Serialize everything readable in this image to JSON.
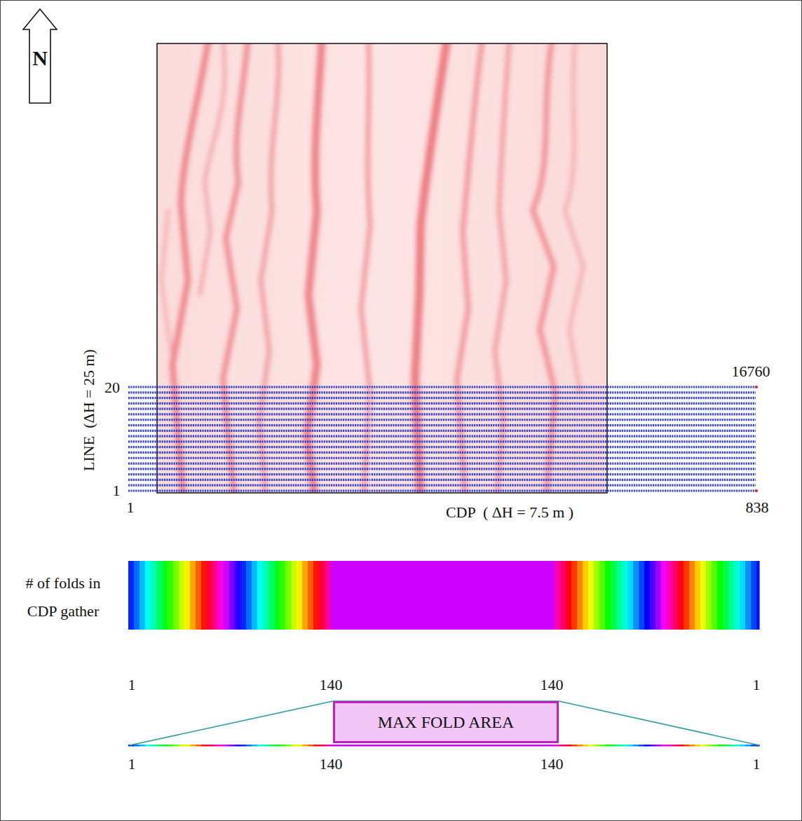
{
  "diagram": {
    "nodes": [
      {
        "text": [
          "N"
        ]
      },
      {
        "text": [
          "MAX FOLD AREA"
        ]
      }
    ],
    "labels": [
      "20",
      "1",
      "LINE  (ΔH = 25 m)",
      "1",
      "CDP  ( ΔH = 7.5 m )",
      "16760",
      "838",
      "# of folds in CDP gather",
      "1",
      "140",
      "140",
      "1",
      "1",
      "140",
      "140",
      "1"
    ]
  }
}
